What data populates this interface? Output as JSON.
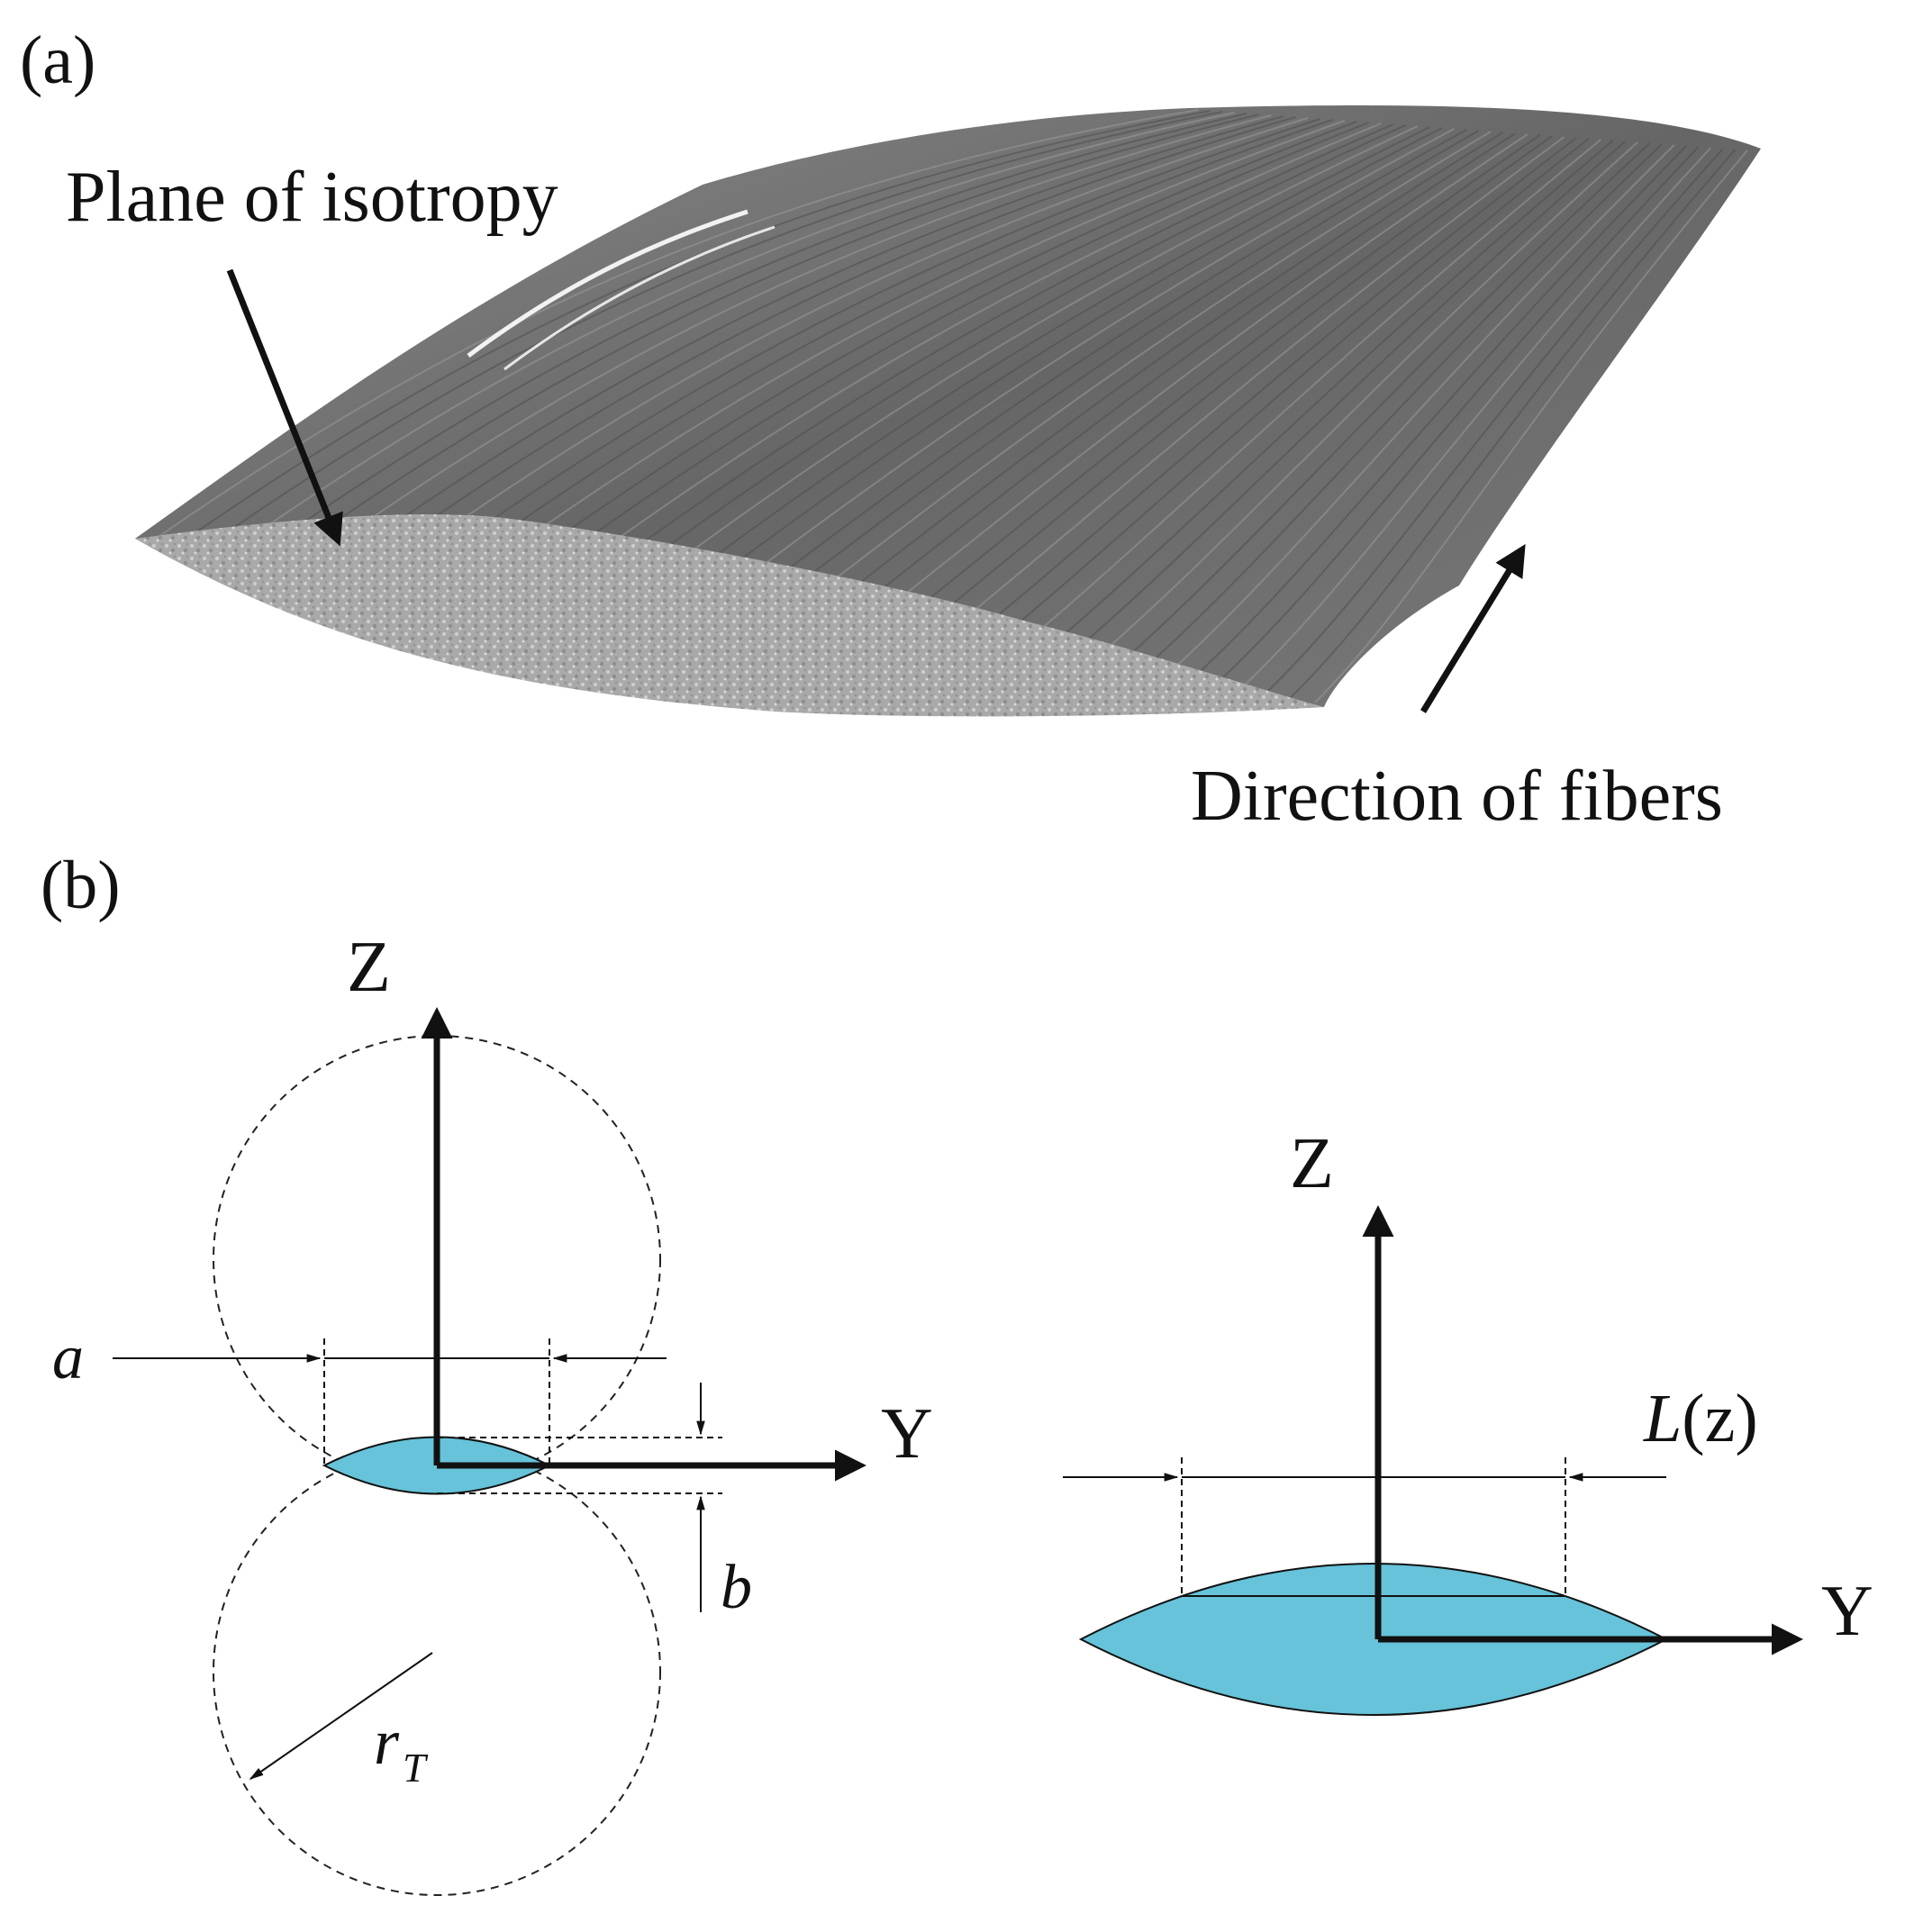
{
  "panel_a": {
    "label": "(a)",
    "plane_label": "Plane of isotropy",
    "direction_label": "Direction of fibers"
  },
  "panel_b": {
    "label": "(b)",
    "left": {
      "z_axis": "Z",
      "y_axis": "Y",
      "a_label": "a",
      "b_label": "b",
      "r_label": "r",
      "r_sub": "T"
    },
    "right": {
      "z_axis": "Z",
      "y_axis": "Y",
      "l_label": "L",
      "l_arg": "(z)"
    }
  },
  "colors": {
    "lens_fill": "#66C3D9",
    "bundle_fiber": "#6E6E6E",
    "bundle_cut": "#A8A8A8",
    "ink": "#111111"
  }
}
